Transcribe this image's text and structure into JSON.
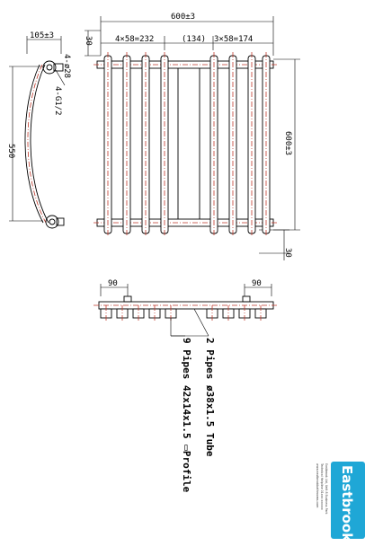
{
  "dimensions": {
    "overall_width": "600±3",
    "left_spacing": "4×58=232",
    "middle_gap": "(134)",
    "right_spacing": "3×58=174",
    "overall_height": "600±3",
    "top_offset": "30",
    "bottom_offset": "30",
    "side_depth": "105±3",
    "side_height": "550",
    "connection_size": "4-ø28",
    "thread_size": "4-G1/2",
    "plan_left_offset": "90",
    "plan_right_offset": "90"
  },
  "callouts": {
    "tube_spec": "2 Pipes ø38x1.5 Tube",
    "profile_spec": "9 Pipes 42x14x1.5 ▭Profile"
  },
  "brand": {
    "name": "Eastbrook",
    "small_line_1": "Eastbrook Ltd, Unit 8 Business Park",
    "small_line_2": "Technical Helpline 01xxx xxxxxx",
    "small_line_3": "www.eastbrookbathrooms.com",
    "color": "#1fa7d6"
  }
}
